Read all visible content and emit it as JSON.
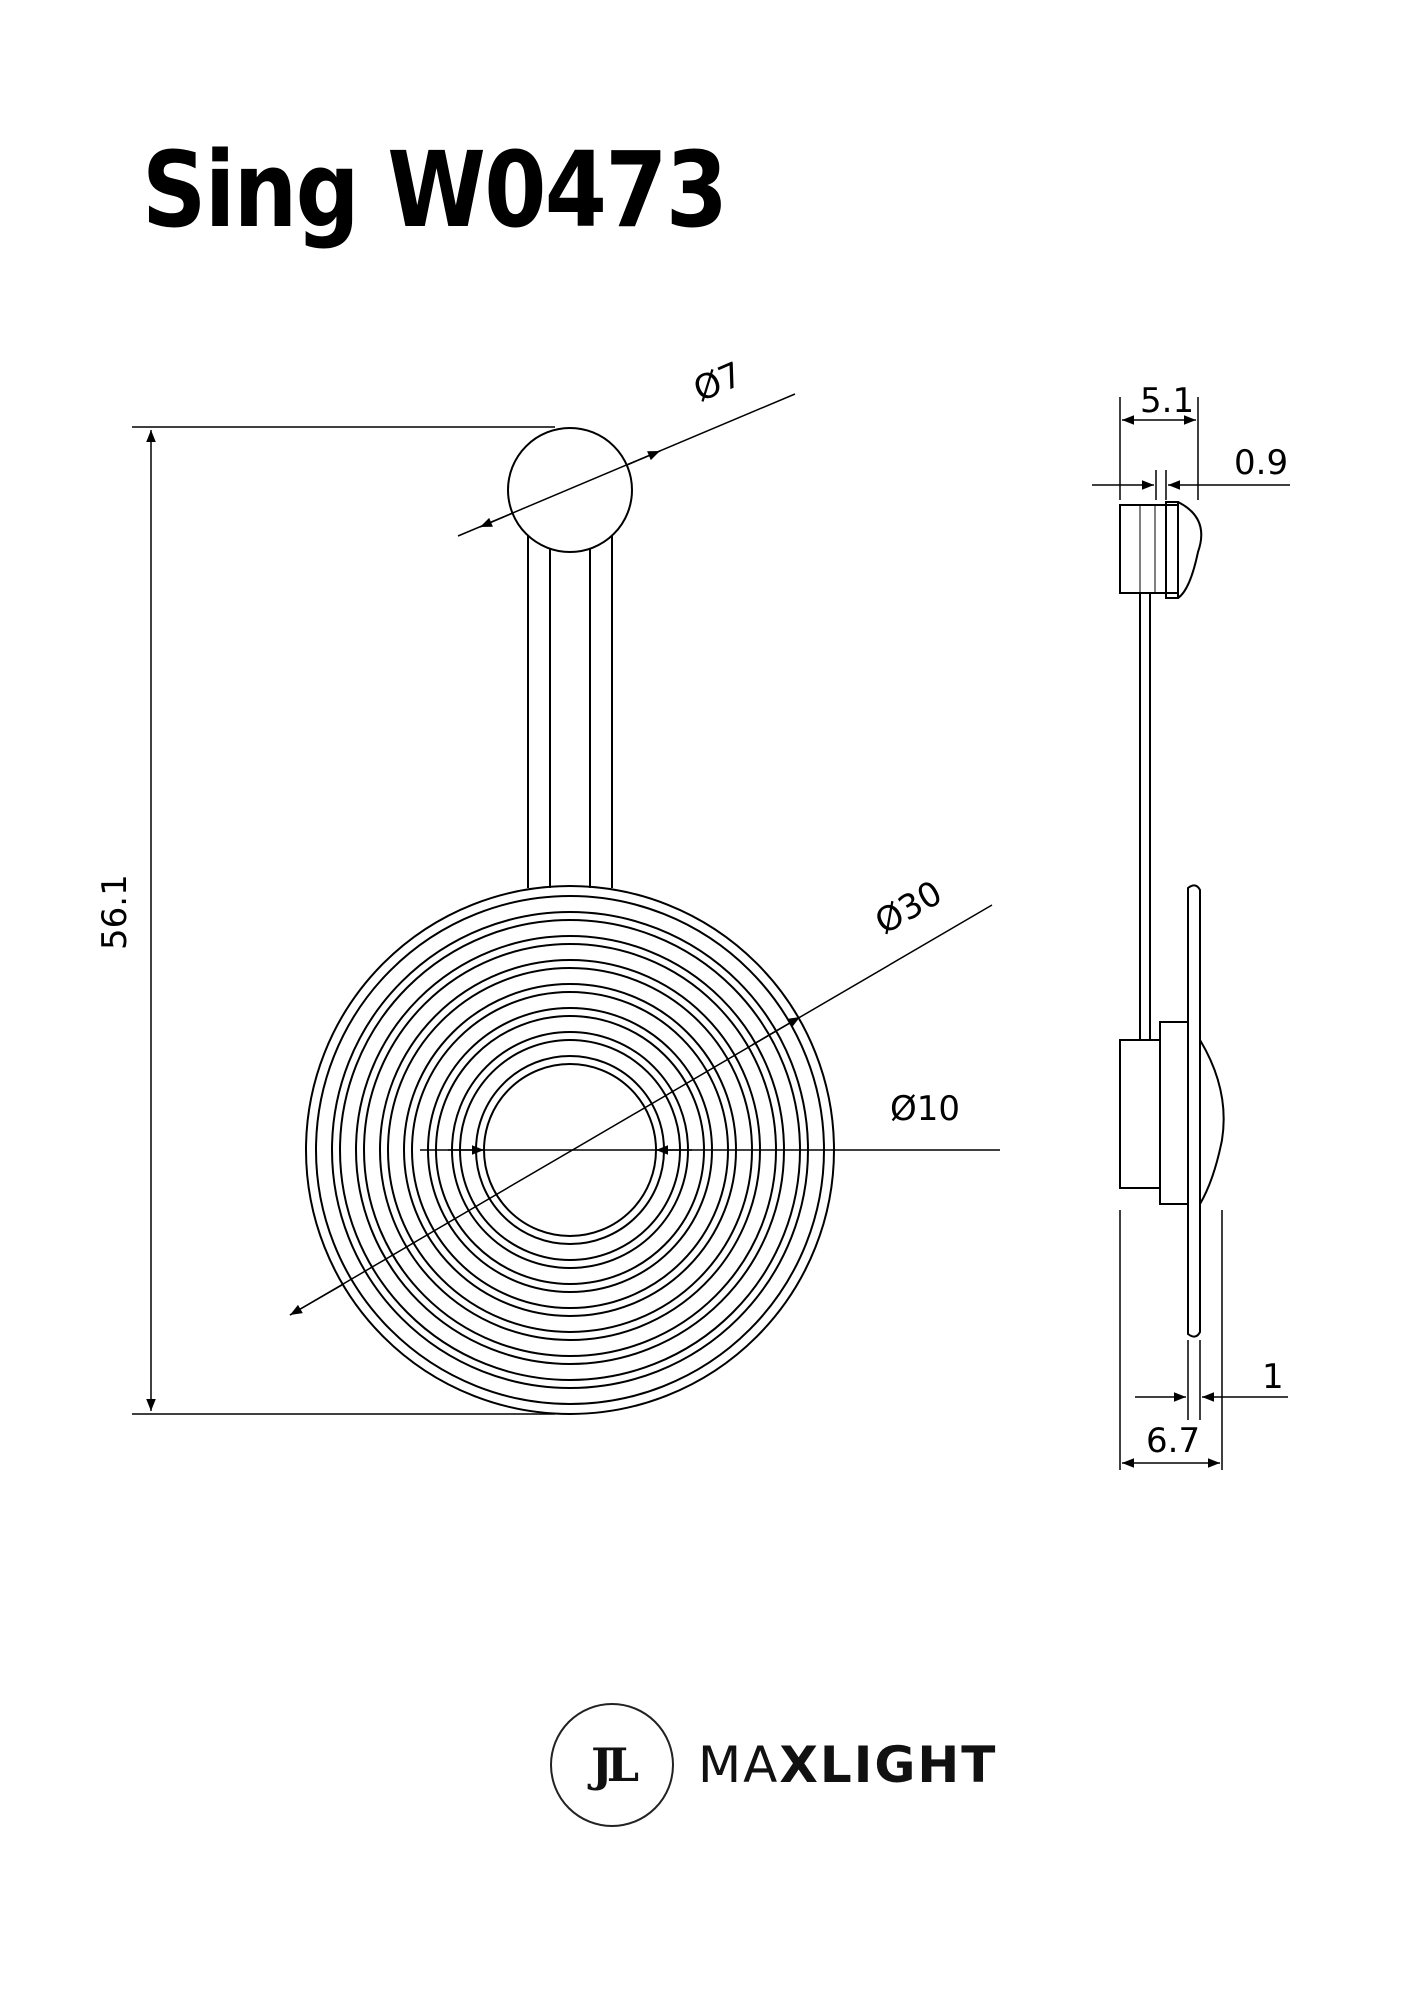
{
  "title": "Sing W0473",
  "dimensions": {
    "ball_diameter": "Ø7",
    "disc_diameter": "Ø30",
    "center_diameter": "Ø10",
    "height": "56.1",
    "side_top_width": "5.1",
    "side_top_offset": "0.9",
    "side_bottom_depth": "6.7",
    "side_plate_thickness": "1"
  },
  "brand": {
    "logo_mark": "JL",
    "name_light": "MA",
    "name_bold": "XLIGHT"
  }
}
